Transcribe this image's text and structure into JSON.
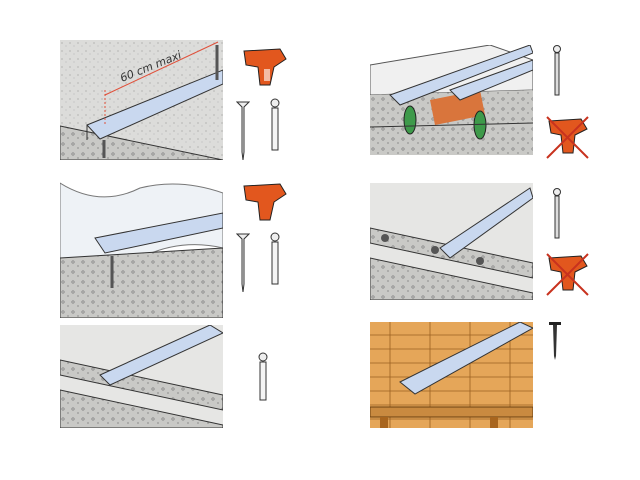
{
  "panels": [
    {
      "id": "concrete-floor-spacing",
      "annotation": "60 cm maxi",
      "tools": [
        "nail-gun",
        "nail",
        "anchor-screw"
      ]
    },
    {
      "id": "hollow-floor-dowel",
      "tools": [
        "screw",
        "nail-gun-crossed"
      ]
    },
    {
      "id": "concrete-under-insulation",
      "tools": [
        "nail-gun",
        "nail",
        "anchor-screw"
      ]
    },
    {
      "id": "screed-hollow-core",
      "tools": [
        "screw",
        "nail-gun-crossed"
      ]
    },
    {
      "id": "screed-anchor",
      "tools": [
        "anchor-screw"
      ]
    },
    {
      "id": "wood-floor",
      "tools": [
        "wood-screw"
      ]
    }
  ],
  "colors": {
    "concrete": "#d9d9d6",
    "rail": "#c9d8ef",
    "tool": "#e2571e",
    "cross": "#c8321e",
    "dowel": "#3e9a4a",
    "wood": "#e3a45a",
    "dimension": "#e0503a"
  }
}
